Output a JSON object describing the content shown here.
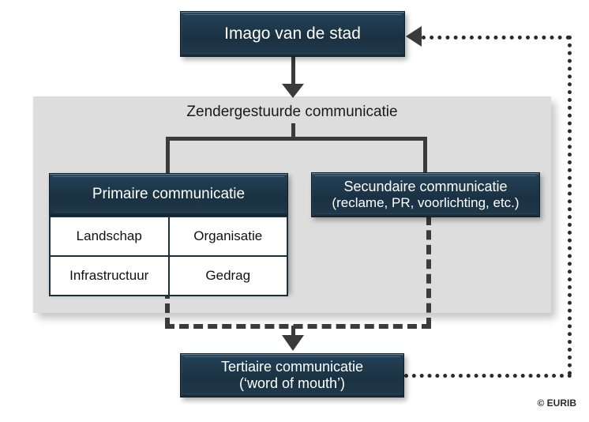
{
  "diagram": {
    "title": "Imago van de stad",
    "language": "nl",
    "copyright": "© EURIB"
  },
  "nodes": {
    "imago": {
      "label": "Imago van de stad"
    },
    "panel": {
      "title": "Zendergestuurde communicatie"
    },
    "primaire": {
      "header": "Primaire communicatie",
      "cells": [
        [
          "Landschap",
          "Organisatie"
        ],
        [
          "Infrastructuur",
          "Gedrag"
        ]
      ]
    },
    "secundaire": {
      "line1": "Secundaire communicatie",
      "line2": "(reclame, PR, voorlichting, etc.)"
    },
    "tertiaire": {
      "line1": "Tertiaire communicatie",
      "line2": "(‘word of mouth’)"
    }
  },
  "colors": {
    "box_fill": "#1d3748",
    "box_border": "#0e1f2b",
    "panel_fill": "#dddddd",
    "connector": "#3b3b3b",
    "text_light": "#ffffff",
    "text_dark": "#111111",
    "page_background": "#ffffff"
  },
  "connectors": [
    {
      "name": "imago-to-zendergestuurde",
      "style": "solid",
      "direction": "down",
      "from": "imago",
      "to": "panel"
    },
    {
      "name": "zendergestuurde-bracket",
      "style": "solid",
      "direction": "split",
      "from": "panel",
      "to": [
        "primaire",
        "secundaire"
      ]
    },
    {
      "name": "primaire-secundaire-to-tertiaire",
      "style": "dashed",
      "direction": "down",
      "from": [
        "primaire",
        "secundaire"
      ],
      "to": "tertiaire"
    },
    {
      "name": "tertiaire-to-imago-feedback",
      "style": "dotted",
      "direction": "up-left",
      "from": "tertiaire",
      "to": "imago"
    }
  ]
}
